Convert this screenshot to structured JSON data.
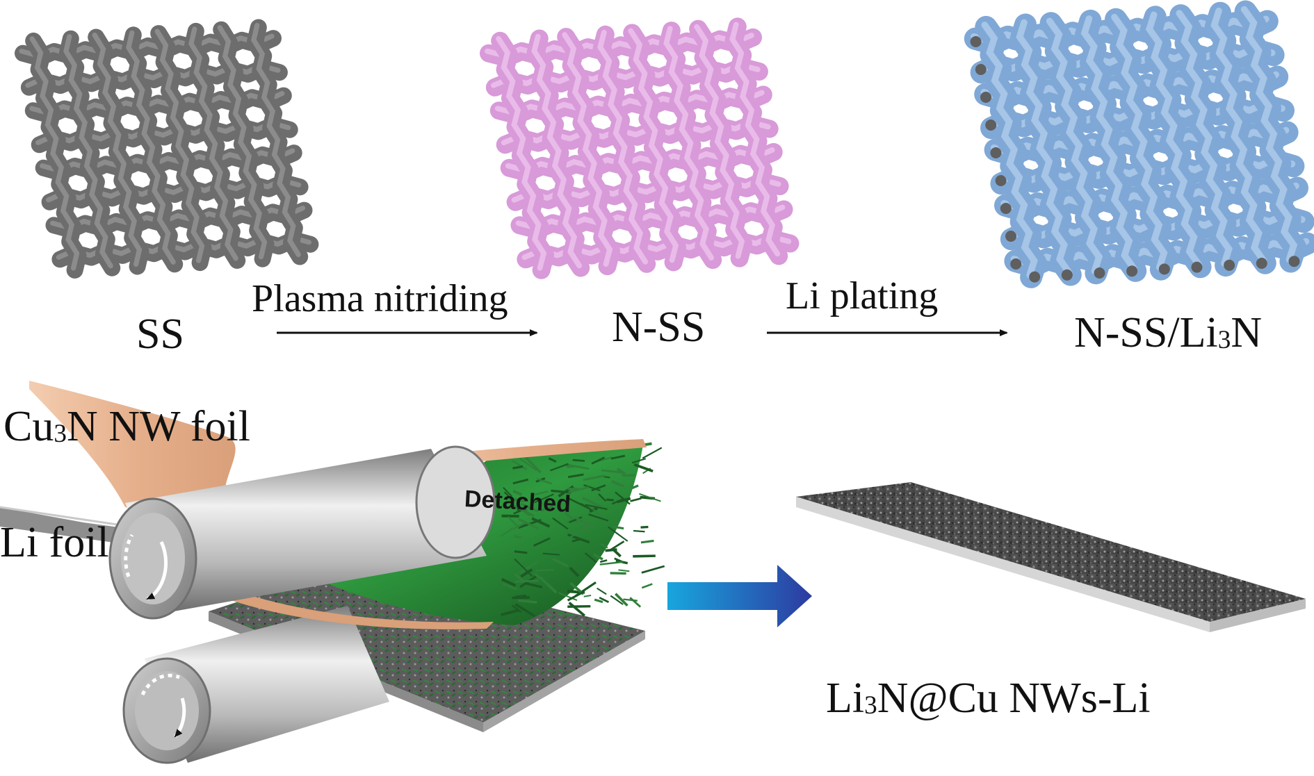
{
  "top_row": {
    "mesh_ss": {
      "label": "SS",
      "fiber_color": "#6d6d6d",
      "fiber_highlight": "#9a9a9a"
    },
    "step_1": {
      "label": "Plasma nitriding"
    },
    "mesh_nss": {
      "label": "N-SS",
      "fiber_color": "#d89ad8",
      "fiber_highlight": "#f1c9f1"
    },
    "step_2": {
      "label": "Li plating"
    },
    "mesh_nss_li3n": {
      "label_prefix": "N-SS/Li",
      "label_sub": "3",
      "label_suffix": "N",
      "fiber_color": "#7fa8d6",
      "fiber_highlight": "#b7d2ee",
      "fiber_end_color": "#5f5f5f"
    }
  },
  "bottom_row": {
    "cu3n_foil": {
      "label_prefix": "Cu",
      "label_sub": "3",
      "label_suffix": "N NW foil"
    },
    "li_foil": {
      "label": "Li foil"
    },
    "detached": {
      "label": "Detached"
    },
    "result": {
      "label_prefix": "Li",
      "label_sub": "3",
      "label_suffix": "N@Cu NWs-Li"
    }
  },
  "colors": {
    "roller_dark": "#8a8a8a",
    "roller_light": "#e8e8e8",
    "copper": "#e9b995",
    "nanowire_green": "#2f7f3a",
    "arrow_blue_start": "#18a6de",
    "arrow_blue_end": "#2d3aa0",
    "sheet_dark": "#4a4a4a",
    "sheet_edge": "#d6d6d6"
  }
}
